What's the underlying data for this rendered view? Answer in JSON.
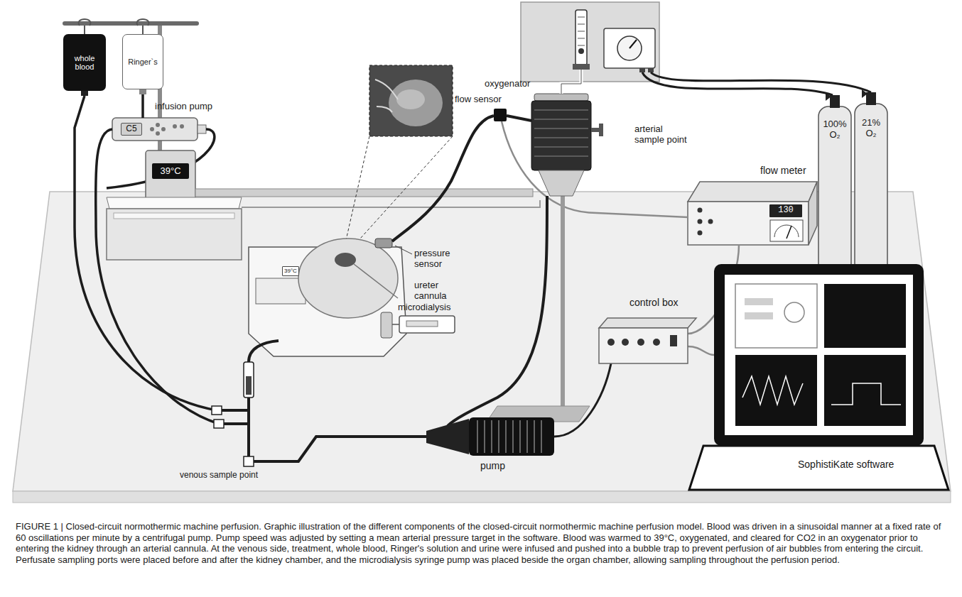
{
  "diagram": {
    "caption": "FIGURE 1 | Closed-circuit normothermic machine perfusion. Graphic illustration of the different components of the closed-circuit normothermic machine perfusion model. Blood was driven in a sinusoidal manner at a fixed rate of 60 oscillations per minute by a centrifugal pump. Pump speed was adjusted by setting a mean arterial pressure target in the software. Blood was warmed to 39°C, oxygenated, and cleared for CO2 in an oxygenator prior to entering the kidney through an arterial cannula. At the venous side, treatment, whole blood, Ringer's solution and urine were infused and pushed into a bubble trap to prevent perfusion of air bubbles from entering the circuit. Perfusate sampling ports were placed before and after the kidney chamber, and the microdialysis syringe pump was placed beside the organ chamber, allowing sampling throughout the perfusion period.",
    "nodes": [
      {
        "text": [
          "whole blood"
        ]
      },
      {
        "text": [
          "Ringer`s"
        ]
      },
      {
        "text": [
          "C5"
        ]
      },
      {
        "text": [
          "39°C"
        ]
      },
      {
        "text": [
          "39°C"
        ]
      },
      {
        "text": [
          "130"
        ]
      }
    ],
    "labels": [
      "infusion pump",
      "flow sensor",
      "oxygenator",
      "arterial sample point",
      "100% O₂",
      "21% O₂",
      "flow meter",
      "pressure sensor",
      "ureter cannula",
      "microdialysis",
      "control box",
      "venous sample point",
      "pump",
      "SophistiKate software"
    ]
  }
}
